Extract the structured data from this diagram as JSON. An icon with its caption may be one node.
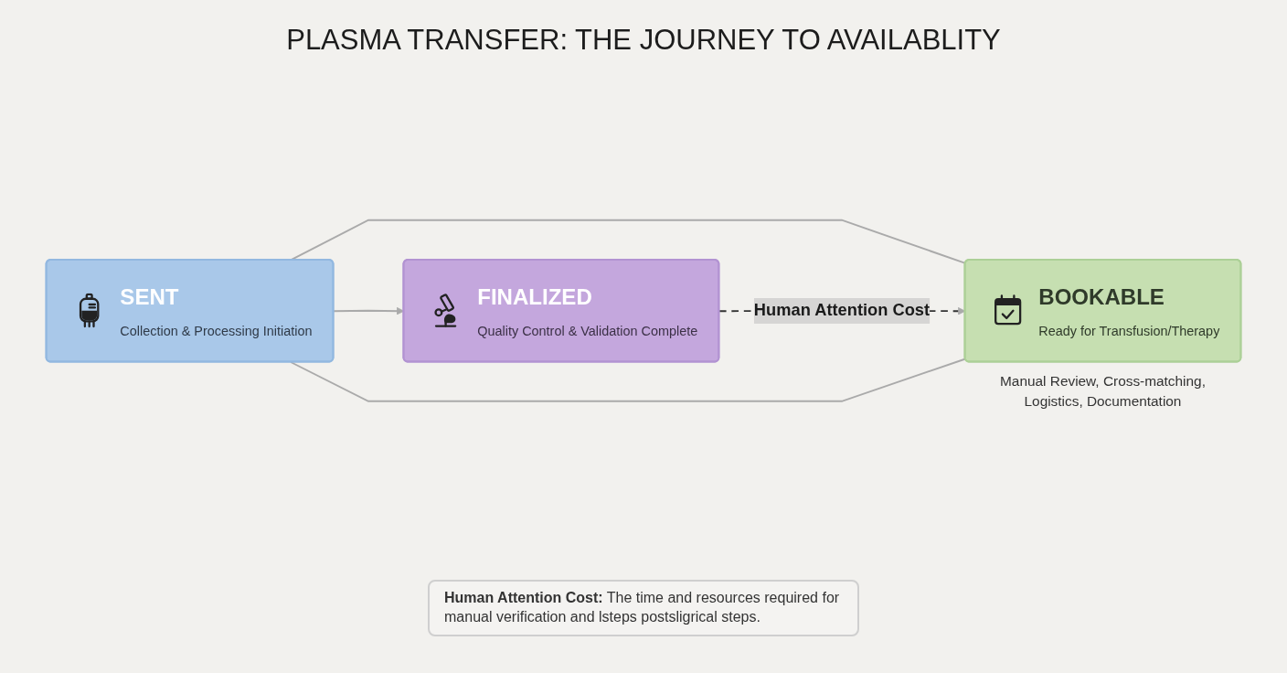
{
  "diagram": {
    "title": "PLASMA TRANSFER: THE JOURNEY TO AVAILABLITY",
    "nodes": [
      {
        "text": [
          "SENT",
          "Collection & Processing Initiation"
        ]
      },
      {
        "text": [
          "FINALIZED",
          "Quality Control & Validation Complete"
        ]
      },
      {
        "text": [
          "BOOKABLE",
          "Ready for Transfusion/Therapy"
        ],
        "beside": [
          "Manual Review, Cross-matching, Logistics, Documentation"
        ]
      }
    ],
    "edges": [
      {
        "from": 0,
        "to": 2,
        "arrow": "none"
      },
      {
        "from": 0,
        "to": 1,
        "arrow": "to"
      },
      {
        "from": 1,
        "to": 2,
        "arrow": "to",
        "label": "Human Attention Cost",
        "style": "dashed",
        "color": "#333333"
      },
      {
        "from": 0,
        "to": 2,
        "arrow": "none"
      }
    ],
    "labels": [
      "**Human Attention Cost:** The time and resources required for manual verification and lsteps postsligrical steps."
    ]
  }
}
